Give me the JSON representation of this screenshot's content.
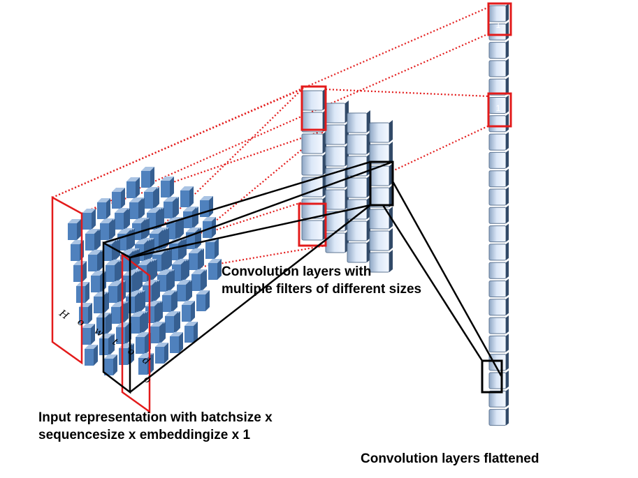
{
  "captions": {
    "input_line1": "Input representation with batchsize x",
    "input_line2": "sequencesize x embeddingize x 1",
    "conv_line1": "Convolution layers with",
    "conv_line2": "multiple filters of different sizes",
    "flattened": "Convolution layers flattened"
  },
  "input_words": [
    "H",
    "o",
    "w",
    "t",
    "o",
    "d",
    "o"
  ],
  "flattened_marks": [
    "1",
    "1"
  ],
  "colors": {
    "cube_front": "#4f81bd",
    "cube_top": "#a9c3e3",
    "cube_side": "#365f91",
    "conv_cell": "#dbe7f7",
    "highlight_red": "#e31b1b",
    "highlight_black": "#000000"
  }
}
